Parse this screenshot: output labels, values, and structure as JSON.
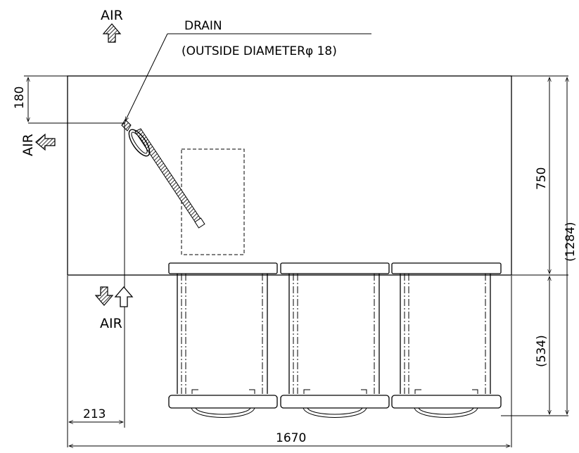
{
  "labels": {
    "air_top": "AIR",
    "air_left": "AIR",
    "air_bottom": "AIR",
    "drain": "DRAIN",
    "drain_spec": "(OUTSIDE DIAMETERφ 18)"
  },
  "dimensions": {
    "width_total": "1670",
    "offset_left": "213",
    "offset_top": "180",
    "depth_unit": "750",
    "depth_total": "(1284)",
    "depth_extension": "(534)"
  }
}
